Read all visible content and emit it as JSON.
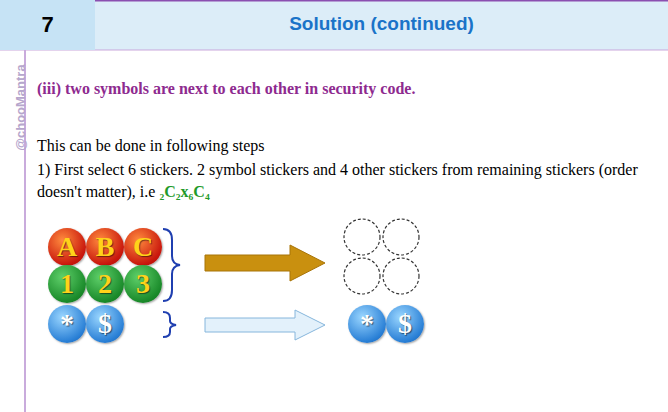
{
  "diagram": {
    "title": "Solution (continued)",
    "nodes": [
      {
        "text": [
          "7"
        ]
      },
      {
        "text": [
          "A"
        ]
      },
      {
        "text": [
          "B"
        ]
      },
      {
        "text": [
          "C"
        ]
      },
      {
        "text": [
          "1"
        ]
      },
      {
        "text": [
          "2"
        ]
      },
      {
        "text": [
          "3"
        ]
      },
      {
        "text": [
          "*"
        ]
      },
      {
        "text": [
          "$"
        ]
      },
      {
        "text": [
          "*"
        ]
      },
      {
        "text": [
          "$"
        ]
      }
    ],
    "labels": [
      "@chooMantra",
      "(iii) two symbols are next to each other in security code.",
      "This can be done in following steps",
      "1) First select 6 stickers. 2 symbol stickers and 4 other stickers from remaining stickers (order doesn't matter), i.e",
      "₂C₂x₆C₄"
    ]
  }
}
